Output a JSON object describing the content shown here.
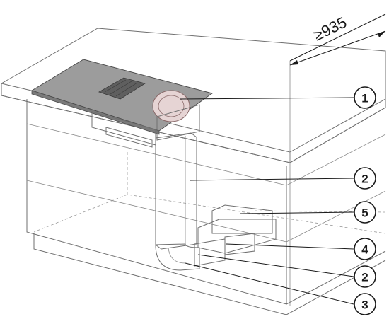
{
  "dimension": {
    "label": "≥935"
  },
  "callouts": [
    {
      "id": "1",
      "label": "1"
    },
    {
      "id": "2a",
      "label": "2"
    },
    {
      "id": "5",
      "label": "5"
    },
    {
      "id": "4",
      "label": "4"
    },
    {
      "id": "2b",
      "label": "2"
    },
    {
      "id": "3",
      "label": "3"
    }
  ],
  "colors": {
    "cabinet_line": "#6f6f6f",
    "cooktop_surface": "#9c9c9c",
    "duct_fill": "#e6e6e6",
    "callout_stroke": "#1a1a1a"
  }
}
